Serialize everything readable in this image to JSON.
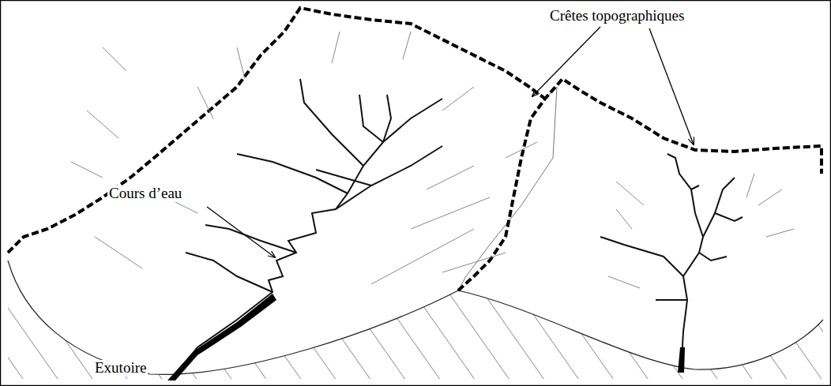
{
  "diagram": {
    "labels": [
      "Crêtes topographiques",
      "Cours d’eau",
      "Exutoire"
    ]
  }
}
